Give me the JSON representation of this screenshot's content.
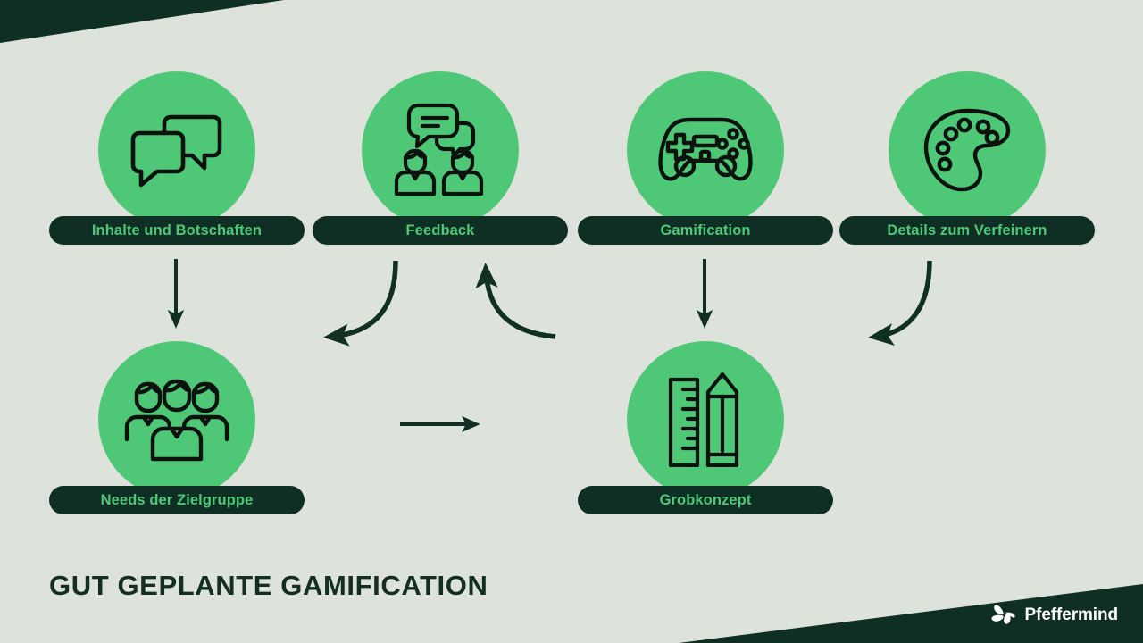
{
  "slide": {
    "title": "GUT GEPLANTE GAMIFICATION",
    "background_color": "#dde3da",
    "accent_green": "#4ec877",
    "dark_green": "#102f24",
    "brand": {
      "name": "Pfeffermind",
      "logo_icon": "pinwheel-icon"
    }
  },
  "nodes": [
    {
      "id": "inhalte",
      "label": "Inhalte und Botschaften",
      "icon": "speech-bubbles-icon",
      "row": 1,
      "column": 1
    },
    {
      "id": "feedback",
      "label": "Feedback",
      "icon": "two-people-talking-icon",
      "row": 1,
      "column": 2
    },
    {
      "id": "gamification",
      "label": "Gamification",
      "icon": "gamepad-icon",
      "row": 1,
      "column": 3
    },
    {
      "id": "details",
      "label": "Details zum Verfeinern",
      "icon": "paint-palette-icon",
      "row": 1,
      "column": 4
    },
    {
      "id": "needs",
      "label": "Needs der Zielgruppe",
      "icon": "group-of-people-icon",
      "row": 2,
      "column": 1
    },
    {
      "id": "grobkonzept",
      "label": "Grobkonzept",
      "icon": "ruler-and-pencil-icon",
      "row": 2,
      "column": 3
    }
  ],
  "connectors": [
    {
      "id": "inhalte-to-needs",
      "from": "inhalte",
      "to": "needs",
      "style": "straight-down"
    },
    {
      "id": "feedback-to-needs",
      "from": "feedback",
      "to": "needs",
      "style": "curve-down-left"
    },
    {
      "id": "grobkonzept-to-feedback",
      "from": "grobkonzept",
      "to": "feedback",
      "style": "curve-up-right"
    },
    {
      "id": "gamification-to-grobkonzept",
      "from": "gamification",
      "to": "grobkonzept",
      "style": "straight-down"
    },
    {
      "id": "details-to-grobkonzept",
      "from": "details",
      "to": "grobkonzept",
      "style": "curve-down-left"
    },
    {
      "id": "needs-to-grobkonzept",
      "from": "needs",
      "to": "grobkonzept",
      "style": "straight-right"
    }
  ]
}
